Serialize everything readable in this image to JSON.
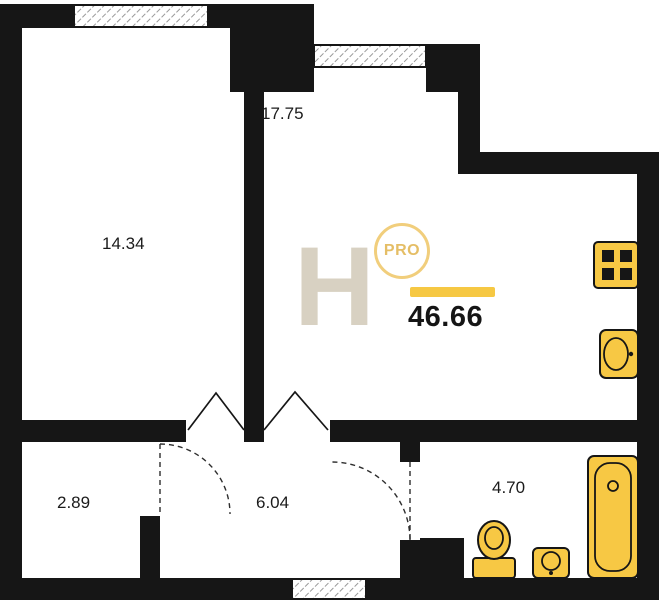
{
  "total_area": "46.66",
  "room_areas": [
    "14.34",
    "17.75",
    "2.89",
    "6.04",
    "4.70"
  ],
  "logo": {
    "letter": "H",
    "badge": "PRO"
  },
  "colors": {
    "wall": "#161616",
    "fixture_fill": "#F7C844",
    "accent_yellow": "#F6C843",
    "badge_ring": "#F1CE7C",
    "badge_gold": "#E5BE66",
    "logo_beige": "#D8D1C2"
  }
}
